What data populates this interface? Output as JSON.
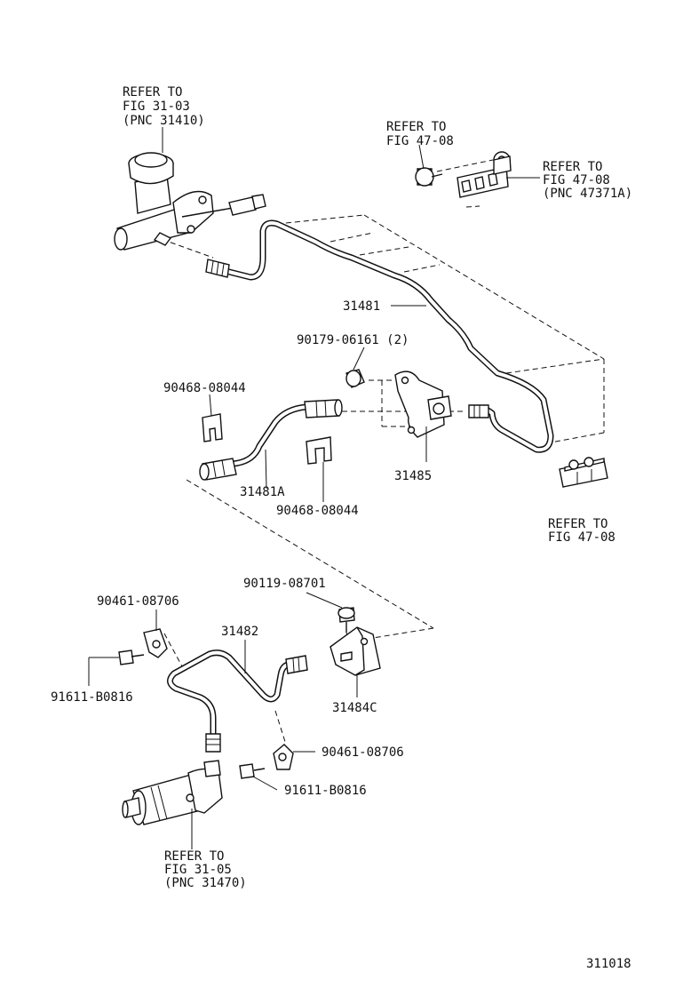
{
  "labels": {
    "ref_master": [
      "REFER TO",
      "FIG 31-03",
      "(PNC 31410)"
    ],
    "ref_clamp_top": [
      "REFER TO",
      "FIG 47-08"
    ],
    "ref_clamp_right": [
      "REFER TO",
      "FIG 47-08",
      "(PNC 47371A)"
    ],
    "ref_clamp_lower": [
      "REFER TO",
      "FIG 47-08"
    ],
    "ref_slave": [
      "REFER TO",
      "FIG 31-05",
      "(PNC 31470)"
    ],
    "p31481": "31481",
    "p90179": "90179-06161 (2)",
    "p90468_top": "90468-08044",
    "p31481A": "31481A",
    "p31485": "31485",
    "p90468_bottom": "90468-08044",
    "p90119": "90119-08701",
    "p90461_top": "90461-08706",
    "p31482": "31482",
    "p91611_left": "91611-B0816",
    "p31484C": "31484C",
    "p90461_bottom": "90461-08706",
    "p91611_right": "91611-B0816",
    "figure_number": "311018"
  }
}
